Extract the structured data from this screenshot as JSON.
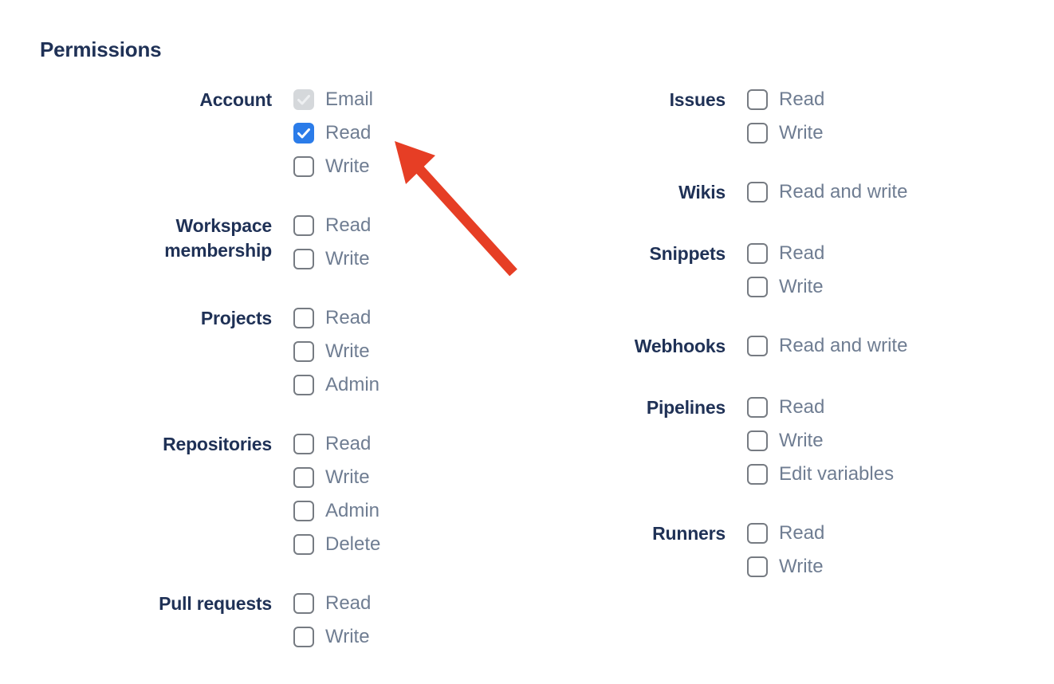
{
  "heading": "Permissions",
  "colors": {
    "heading_text": "#1f3156",
    "group_label_text": "#1f3156",
    "option_label_text": "#6f7d92",
    "checkbox_checked_fill": "#2b7ce9",
    "checkbox_check_mark": "#ffffff",
    "checkbox_disabled_fill": "#d5d8db",
    "checkbox_disabled_check_mark": "#eef0f2",
    "checkbox_border": "#767b82",
    "arrow": "#e63e25"
  },
  "permissions": {
    "columns": [
      {
        "groups": [
          {
            "label": "Account",
            "options": [
              {
                "label": "Email",
                "state": "checked-disabled"
              },
              {
                "label": "Read",
                "state": "checked"
              },
              {
                "label": "Write",
                "state": "unchecked"
              }
            ]
          },
          {
            "label": "Workspace membership",
            "options": [
              {
                "label": "Read",
                "state": "unchecked"
              },
              {
                "label": "Write",
                "state": "unchecked"
              }
            ]
          },
          {
            "label": "Projects",
            "options": [
              {
                "label": "Read",
                "state": "unchecked"
              },
              {
                "label": "Write",
                "state": "unchecked"
              },
              {
                "label": "Admin",
                "state": "unchecked"
              }
            ]
          },
          {
            "label": "Repositories",
            "options": [
              {
                "label": "Read",
                "state": "unchecked"
              },
              {
                "label": "Write",
                "state": "unchecked"
              },
              {
                "label": "Admin",
                "state": "unchecked"
              },
              {
                "label": "Delete",
                "state": "unchecked"
              }
            ]
          },
          {
            "label": "Pull requests",
            "options": [
              {
                "label": "Read",
                "state": "unchecked"
              },
              {
                "label": "Write",
                "state": "unchecked"
              }
            ]
          }
        ]
      },
      {
        "groups": [
          {
            "label": "Issues",
            "options": [
              {
                "label": "Read",
                "state": "unchecked"
              },
              {
                "label": "Write",
                "state": "unchecked"
              }
            ]
          },
          {
            "label": "Wikis",
            "options": [
              {
                "label": "Read and write",
                "state": "unchecked"
              }
            ]
          },
          {
            "label": "Snippets",
            "options": [
              {
                "label": "Read",
                "state": "unchecked"
              },
              {
                "label": "Write",
                "state": "unchecked"
              }
            ]
          },
          {
            "label": "Webhooks",
            "options": [
              {
                "label": "Read and write",
                "state": "unchecked"
              }
            ]
          },
          {
            "label": "Pipelines",
            "options": [
              {
                "label": "Read",
                "state": "unchecked"
              },
              {
                "label": "Write",
                "state": "unchecked"
              },
              {
                "label": "Edit variables",
                "state": "unchecked"
              }
            ]
          },
          {
            "label": "Runners",
            "options": [
              {
                "label": "Read",
                "state": "unchecked"
              },
              {
                "label": "Write",
                "state": "unchecked"
              }
            ]
          }
        ]
      }
    ]
  }
}
